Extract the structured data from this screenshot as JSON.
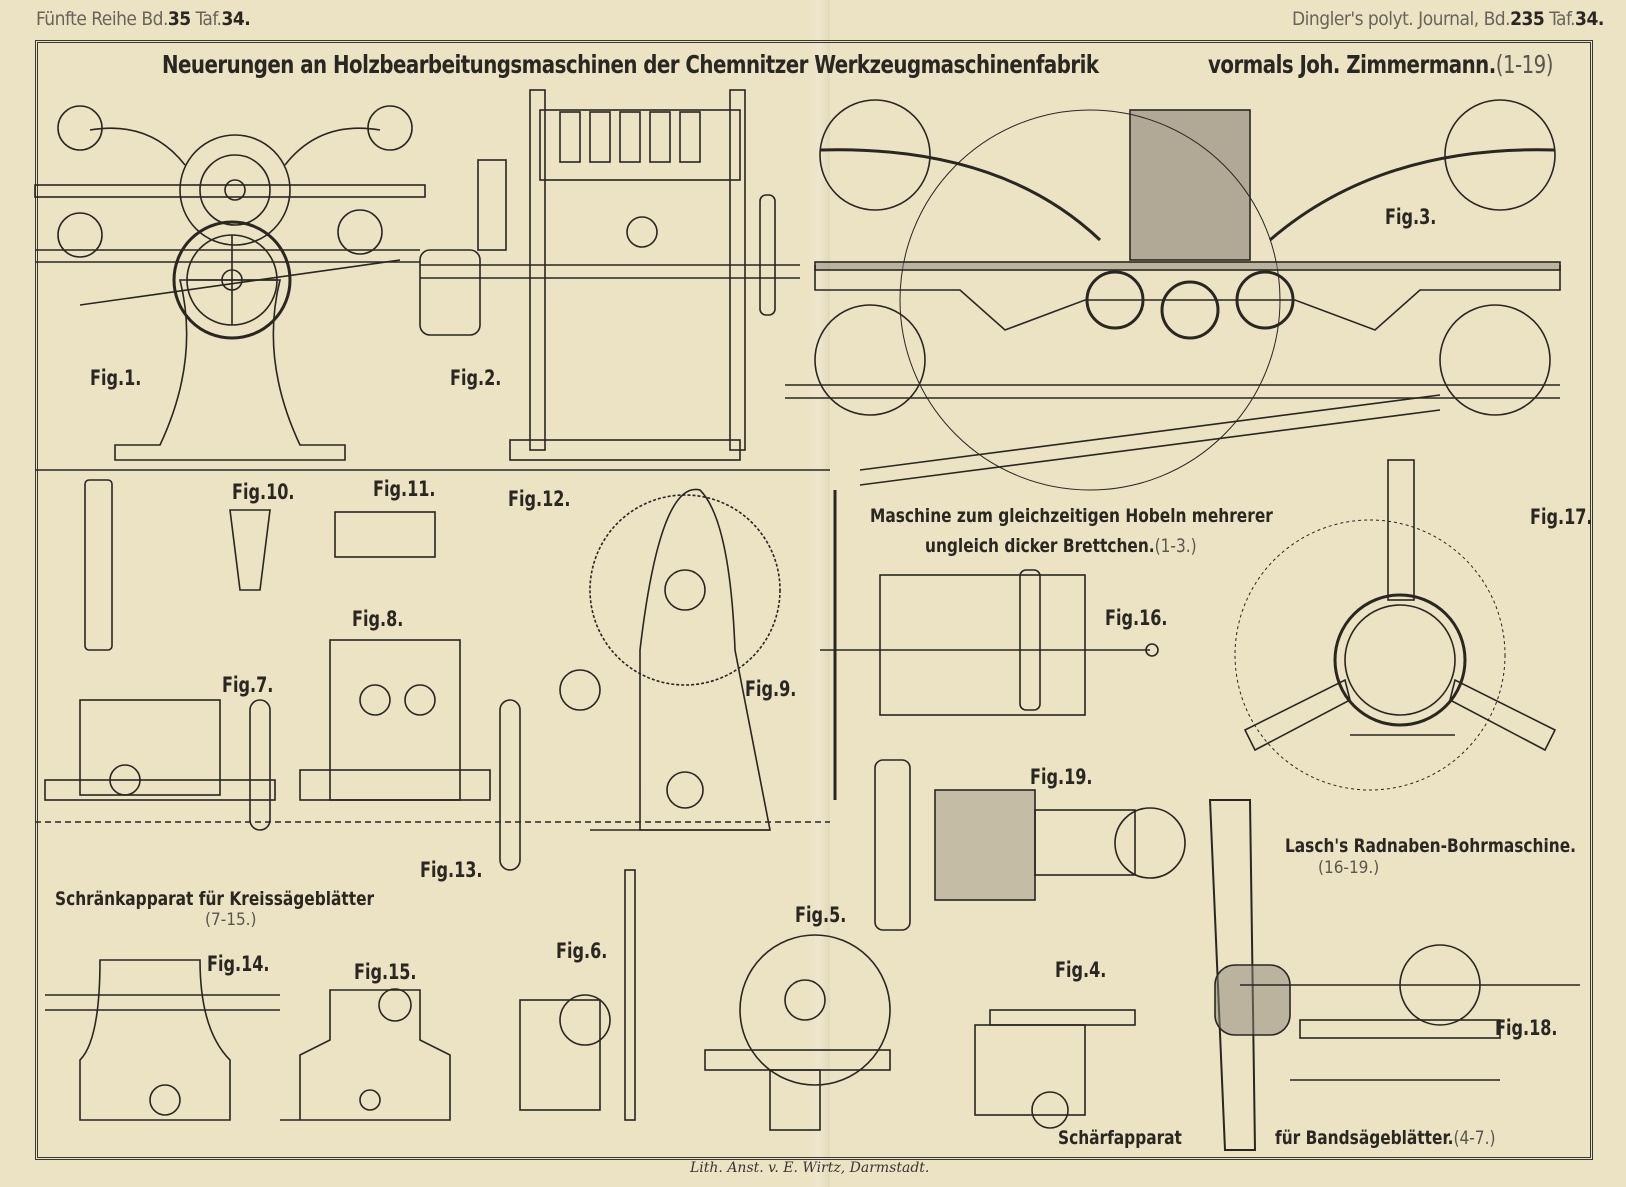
{
  "header": {
    "left_prefix": "Fünfte Reihe Bd.",
    "left_volume": "35",
    "left_taf_label": "Taf.",
    "left_taf": "34.",
    "right_prefix": "Dingler's polyt. Journal, Bd.",
    "right_volume": "235",
    "right_taf_label": "Taf.",
    "right_taf": "34."
  },
  "title": {
    "main": "Neuerungen an Holzbearbeitungsmaschinen der Chemnitzer Werkzeugmaschinenfabrik",
    "continuation": "vormals Joh. Zimmermann.",
    "range": "(1-19)"
  },
  "figures": {
    "fig1": "Fig.1.",
    "fig2": "Fig.2.",
    "fig3": "Fig.3.",
    "fig4": "Fig.4.",
    "fig5": "Fig.5.",
    "fig6": "Fig.6.",
    "fig7": "Fig.7.",
    "fig8": "Fig.8.",
    "fig9": "Fig.9.",
    "fig10": "Fig.10.",
    "fig11": "Fig.11.",
    "fig12": "Fig.12.",
    "fig13": "Fig.13.",
    "fig14": "Fig.14.",
    "fig15": "Fig.15.",
    "fig16": "Fig.16.",
    "fig17": "Fig.17.",
    "fig18": "Fig.18.",
    "fig19": "Fig.19."
  },
  "captions": {
    "planer_line1": "Maschine zum gleichzeitigen Hobeln mehrerer",
    "planer_line2": "ungleich dicker Brettchen.",
    "planer_range": "(1-3.)",
    "setting": "Schränkapparat für Kreissägeblätter",
    "setting_range": "(7-15.)",
    "boring": "Lasch's Radnaben-Bohrmaschine.",
    "boring_range": "(16-19.)",
    "sharpening": "Schärfapparat",
    "bandsaw": "für Bandsägeblätter.",
    "bandsaw_range": "(4-7.)"
  },
  "credit": "Lith. Anst. v. E. Wirtz, Darmstadt."
}
